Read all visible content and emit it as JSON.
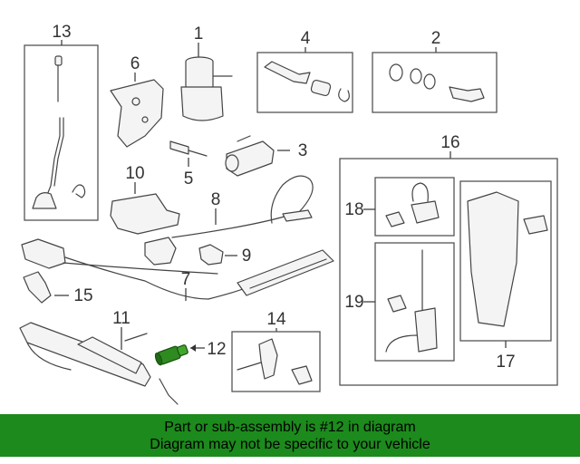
{
  "diagram": {
    "callouts": {
      "p1": "1",
      "p2": "2",
      "p3": "3",
      "p4": "4",
      "p5": "5",
      "p6": "6",
      "p7": "7",
      "p8": "8",
      "p9": "9",
      "p10": "10",
      "p11": "11",
      "p12": "12",
      "p13": "13",
      "p14": "14",
      "p15": "15",
      "p16": "16",
      "p17": "17",
      "p18": "18",
      "p19": "19"
    },
    "highlighted_part": "12",
    "highlight_color": "#2e8b1f"
  },
  "footer": {
    "line1": "Part or sub-assembly is #12 in diagram",
    "line2": "Diagram may not be specific to your vehicle",
    "background": "#1c8a1c"
  }
}
